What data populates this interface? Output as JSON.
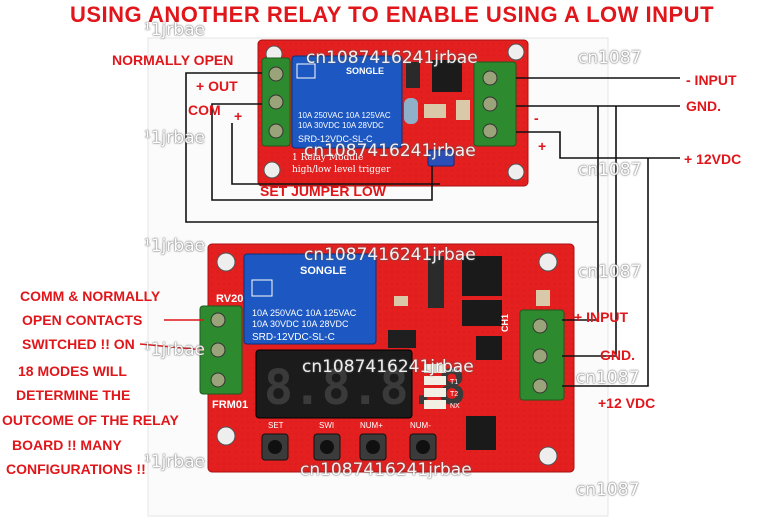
{
  "title": "USING ANOTHER RELAY TO ENABLE USING A LOW INPUT",
  "colors": {
    "title": "#e0161b",
    "label_red": "#e0161b",
    "label_black": "#111111",
    "pcb": "#e01f1f",
    "relay_blue": "#1c57c2",
    "terminal_green": "#2e8a2e"
  },
  "top_relay": {
    "brand": "SONGLE",
    "specs": [
      "10A 250VAC  10A 125VAC",
      "10A  30VDC  10A  28VDC"
    ],
    "model": "SRD-12VDC-SL-C",
    "silk_line1": "1 Relay Module",
    "silk_line2": "high/low level trigger",
    "left_labels": {
      "normally_open": "NORMALLY OPEN",
      "plus_out": "+ OUT",
      "com": "COM",
      "plus": "+"
    },
    "right_labels": {
      "input": "- INPUT",
      "gnd": "GND.",
      "vdc": "+ 12VDC",
      "minus": "-",
      "plus": "+"
    },
    "jumper_label": "SET JUMPER LOW"
  },
  "bottom_board": {
    "brand": "SONGLE",
    "specs": [
      "10A 250VAC  10A 125VAC",
      "10A  30VDC  10A  28VDC"
    ],
    "model": "SRD-12VDC-SL-C",
    "rv_label": "RV20",
    "module_label": "FRM01",
    "display": "8.8.8.8",
    "leds": [
      "MD",
      "T1",
      "T2",
      "NX"
    ],
    "buttons": [
      "SET",
      "SWI",
      "NUM+",
      "NUM-"
    ],
    "ch_label": "CH1",
    "left_text": [
      "COMM & NORMALLY",
      "OPEN CONTACTS",
      "SWITCHED !! ON",
      "18 MODES WILL",
      "DETERMINE THE",
      "OUTCOME OF THE RELAY",
      "BOARD !! MANY",
      "CONFIGURATIONS !!"
    ],
    "right_labels": {
      "input": "+ INPUT",
      "gnd": "GND.",
      "vdc": "+12 VDC"
    }
  },
  "watermarks": [
    "cn10874162​41jrbae",
    "¹1jrbae",
    "cn1087"
  ]
}
